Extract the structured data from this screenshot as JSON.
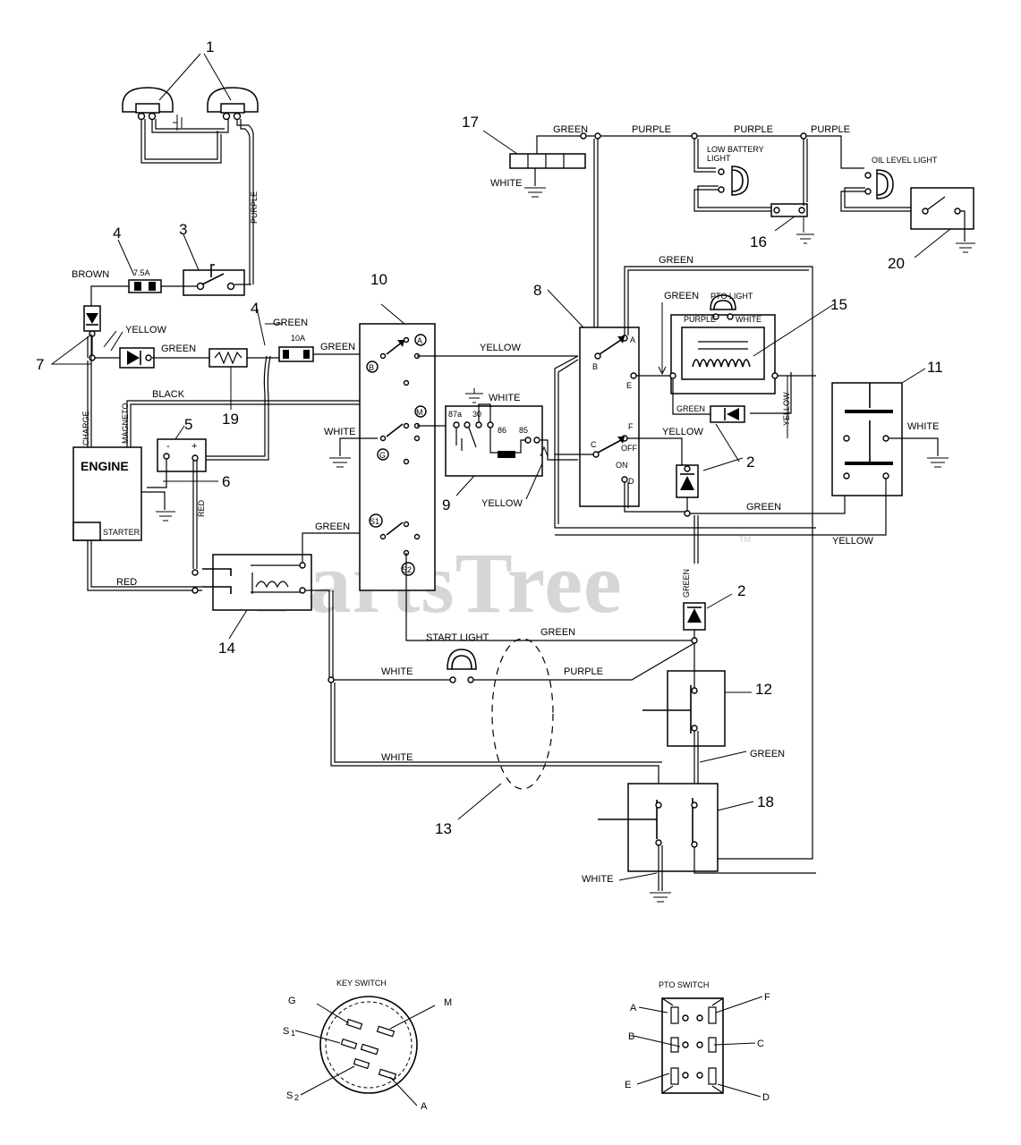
{
  "watermark": {
    "text": "PartsTree",
    "tm": "TM"
  },
  "callouts": {
    "c1": "1",
    "c2a": "2",
    "c2b": "2",
    "c3": "3",
    "c4a": "4",
    "c4b": "4",
    "c5": "5",
    "c6": "6",
    "c7": "7",
    "c8": "8",
    "c9": "9",
    "c10": "10",
    "c11": "11",
    "c12": "12",
    "c13": "13",
    "c14": "14",
    "c15": "15",
    "c16": "16",
    "c17": "17",
    "c18": "18",
    "c19": "19",
    "c20": "20"
  },
  "wires": {
    "purple_vertical": "PURPLE",
    "brown": "BROWN",
    "yellow_7": "YELLOW",
    "green_7": "GREEN",
    "green_4": "GREEN",
    "green_10": "GREEN",
    "black": "BLACK",
    "magneto": "MAGNETO",
    "charge": "CHARGE",
    "white_g": "WHITE",
    "white_relay": "WHITE",
    "yellow_relay": "YELLOW",
    "yellow_a": "YELLOW",
    "red_v": "RED",
    "red_h": "RED",
    "green_14": "GREEN",
    "green_start": "GREEN",
    "white_start": "WHITE",
    "purple_start": "PURPLE",
    "white_bottom": "WHITE",
    "green_12": "GREEN",
    "white_18": "WHITE",
    "green_top": "GREEN",
    "purple_top1": "PURPLE",
    "purple_top2": "PURPLE",
    "purple_top3": "PURPLE",
    "white_17": "WHITE",
    "green_8top": "GREEN",
    "green_8e": "GREEN",
    "pto_purple": "PURPLE",
    "pto_white": "WHITE",
    "green_diode": "GREEN",
    "yellow_pto": "YELLOW",
    "yellow_15": "YELLOW",
    "white_11": "WHITE",
    "green_11": "GREEN",
    "yellow_11": "YELLOW",
    "green_diode2": "GREEN"
  },
  "labels": {
    "engine": "ENGINE",
    "starter": "STARTER",
    "fuse_7_5": "7.5A",
    "fuse_10": "10A",
    "start_light": "START LIGHT",
    "pto_light": "PTO LIGHT",
    "low_battery_1": "LOW BATTERY",
    "low_battery_2": "LIGHT",
    "oil_level": "OIL LEVEL LIGHT",
    "minus": "-",
    "plus": "+",
    "relay_87a": "87a",
    "relay_30": "30",
    "relay_86": "86",
    "relay_85": "85",
    "sw8_a": "A",
    "sw8_b": "B",
    "sw8_e": "E",
    "sw8_f": "F",
    "sw8_off": "OFF",
    "sw8_c": "C",
    "sw8_on": "ON",
    "sw8_d": "D",
    "ks_a": "A",
    "ks_b": "B",
    "ks_m": "M",
    "ks_g": "G",
    "ks_s1": "S1",
    "ks_s2": "S2"
  },
  "key_switch": {
    "title": "KEY SWITCH",
    "g": "G",
    "m": "M",
    "s1": "S",
    "s1_sub": "1",
    "s2": "S",
    "s2_sub": "2",
    "a": "A"
  },
  "pto_switch": {
    "title": "PTO SWITCH",
    "a": "A",
    "b": "B",
    "e": "E",
    "f": "F",
    "c": "C",
    "d": "D"
  }
}
